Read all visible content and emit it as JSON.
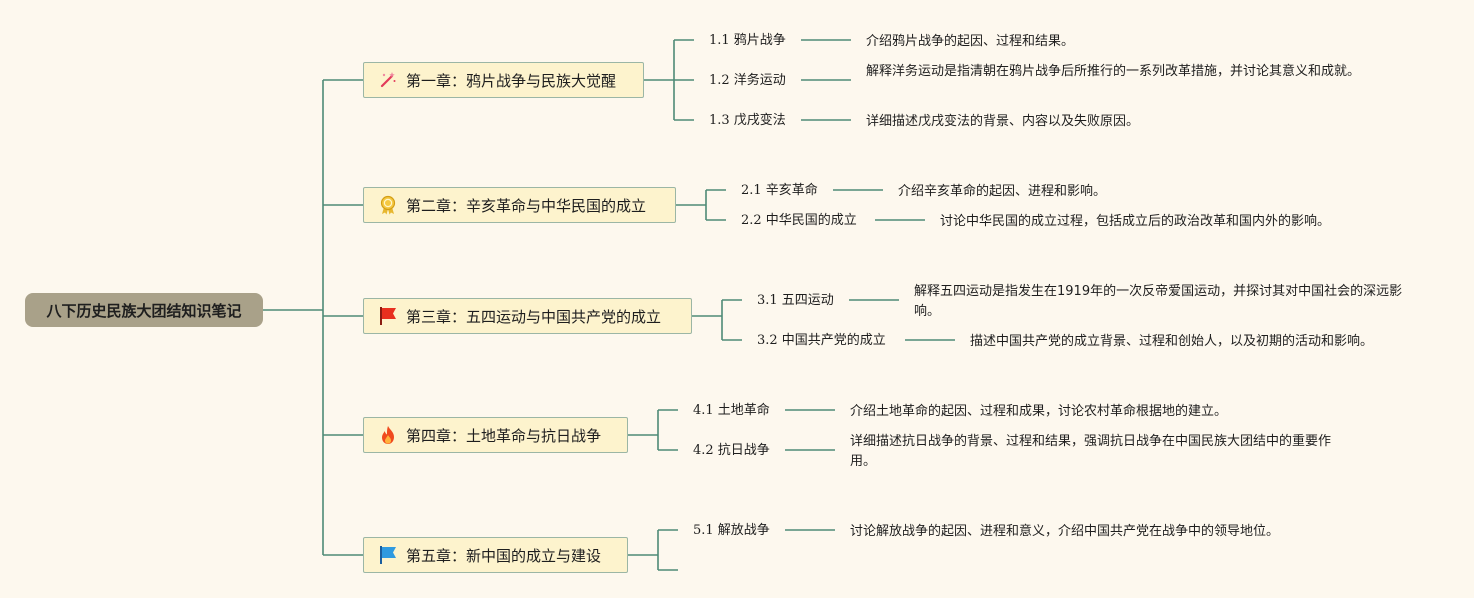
{
  "root": {
    "title": "八下历史民族大团结知识笔记"
  },
  "chapters": [
    {
      "title": "第一章：鸦片战争与民族大觉醒",
      "icon": "magic-wand-icon",
      "sections": [
        {
          "title": "1.1 鸦片战争",
          "desc": "介绍鸦片战争的起因、过程和结果。"
        },
        {
          "title": "1.2 洋务运动",
          "desc": "解释洋务运动是指清朝在鸦片战争后所推行的一系列改革措施，并讨论其意义和成就。"
        },
        {
          "title": "1.3 戊戌变法",
          "desc": "详细描述戊戌变法的背景、内容以及失败原因。"
        }
      ]
    },
    {
      "title": "第二章：辛亥革命与中华民国的成立",
      "icon": "medal-icon",
      "sections": [
        {
          "title": "2.1 辛亥革命",
          "desc": "介绍辛亥革命的起因、进程和影响。"
        },
        {
          "title": "2.2 中华民国的成立",
          "desc": "讨论中华民国的成立过程，包括成立后的政治改革和国内外的影响。"
        }
      ]
    },
    {
      "title": "第三章：五四运动与中国共产党的成立",
      "icon": "red-flag-icon",
      "sections": [
        {
          "title": "3.1 五四运动",
          "desc": "解释五四运动是指发生在1919年的一次反帝爱国运动，并探讨其对中国社会的深远影响。"
        },
        {
          "title": "3.2 中国共产党的成立",
          "desc": "描述中国共产党的成立背景、过程和创始人，以及初期的活动和影响。"
        }
      ]
    },
    {
      "title": "第四章：土地革命与抗日战争",
      "icon": "fire-icon",
      "sections": [
        {
          "title": "4.1 土地革命",
          "desc": "介绍土地革命的起因、过程和成果，讨论农村革命根据地的建立。"
        },
        {
          "title": "4.2 抗日战争",
          "desc": "详细描述抗日战争的背景、过程和结果，强调抗日战争在中国民族大团结中的重要作用。"
        }
      ]
    },
    {
      "title": "第五章：新中国的成立与建设",
      "icon": "blue-flag-icon",
      "sections": [
        {
          "title": "5.1 解放战争",
          "desc": "讨论解放战争的起因、进程和意义，介绍中国共产党在战争中的领导地位。"
        }
      ]
    }
  ],
  "colors": {
    "background": "#fdf8ee",
    "line": "#4e8a76",
    "root_fill": "#a9a189",
    "chapter_fill": "#fdf3cd",
    "chapter_border": "#9bb6a5"
  }
}
